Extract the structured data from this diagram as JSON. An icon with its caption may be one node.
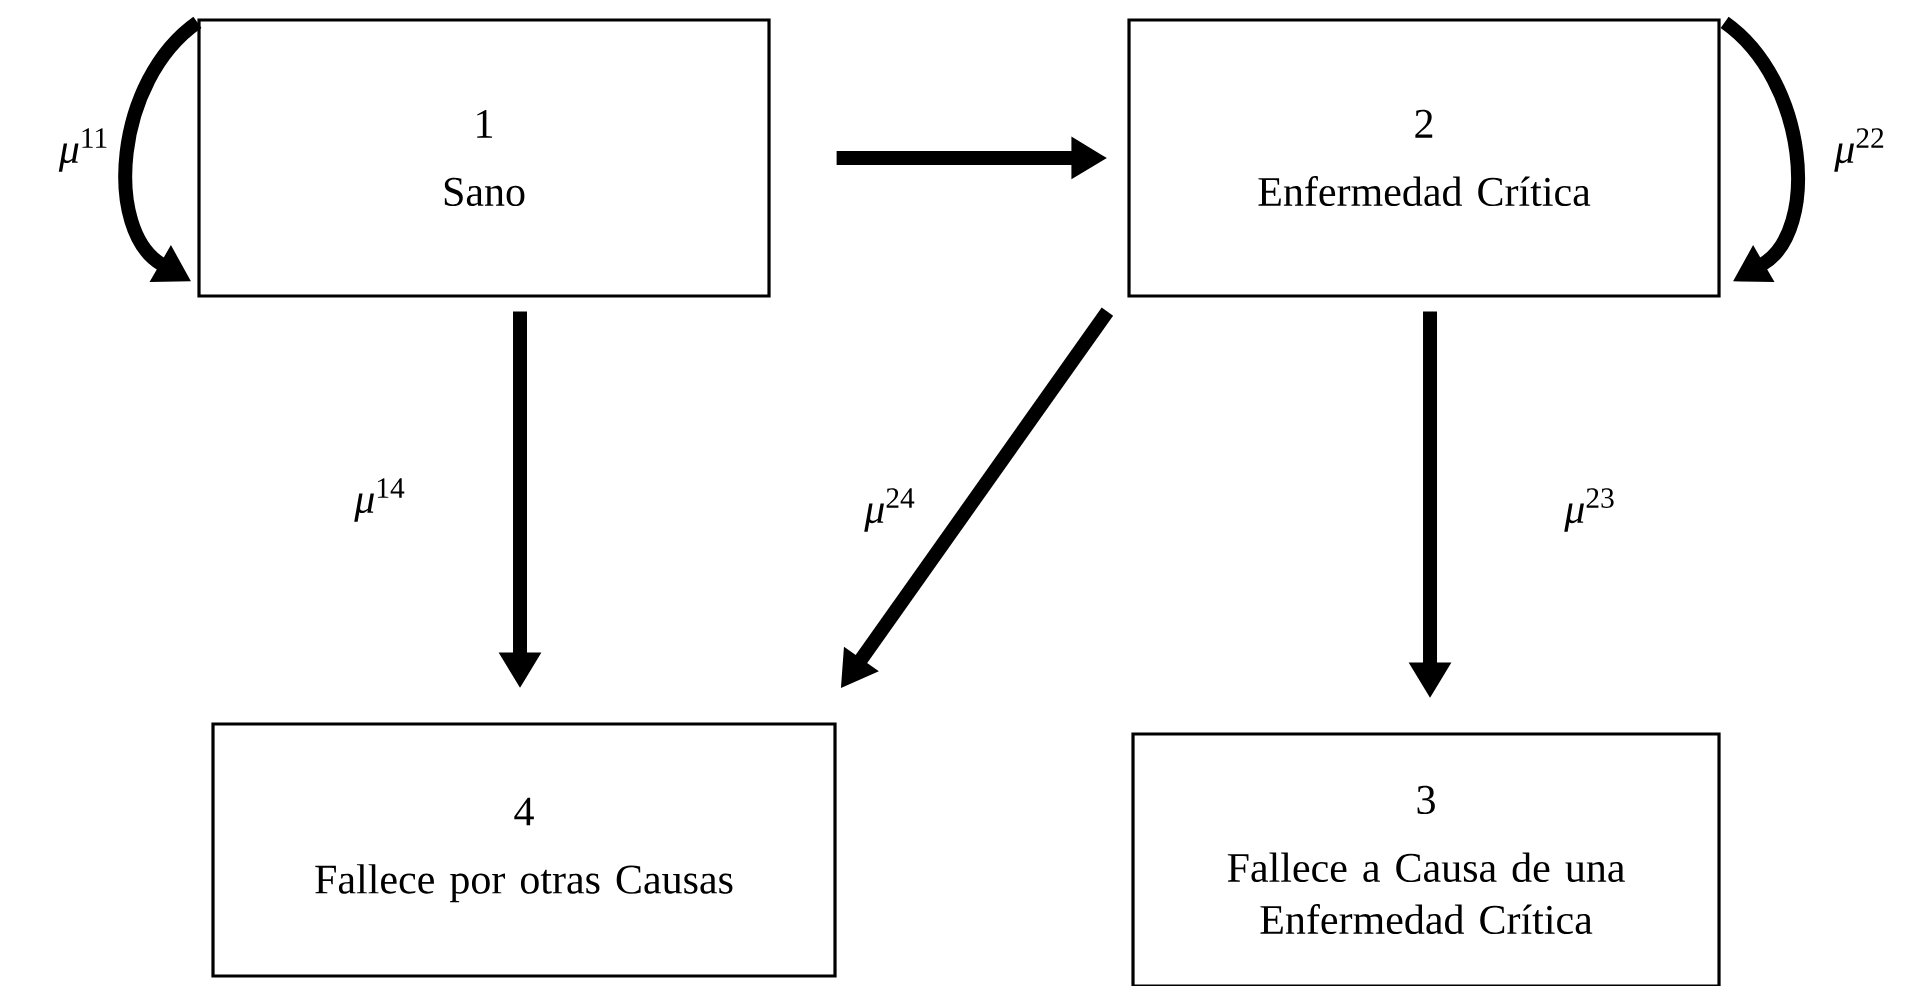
{
  "diagram": {
    "nodes": [
      {
        "text": [
          "1",
          "Sano"
        ]
      },
      {
        "text": [
          "2",
          "Enfermedad Crítica"
        ]
      },
      {
        "text": [
          "4",
          "Fallece por otras Causas"
        ]
      },
      {
        "text": [
          "3",
          "Fallece a Causa de una Enfermedad Crítica"
        ]
      }
    ],
    "edges": [
      {
        "from": 0,
        "to": 0,
        "arrow": "to",
        "label": "*μ*$^{11}$"
      },
      {
        "from": 0,
        "to": 1,
        "arrow": "to"
      },
      {
        "from": 1,
        "to": 1,
        "arrow": "to",
        "label": "*μ*$^{22}$"
      },
      {
        "from": 0,
        "to": 2,
        "arrow": "to",
        "label": "*μ*$^{14}$"
      },
      {
        "from": 1,
        "to": 2,
        "arrow": "to",
        "label": "*μ*$^{24}$"
      },
      {
        "from": 1,
        "to": 3,
        "arrow": "to",
        "label": "*μ*$^{23}$"
      }
    ]
  }
}
